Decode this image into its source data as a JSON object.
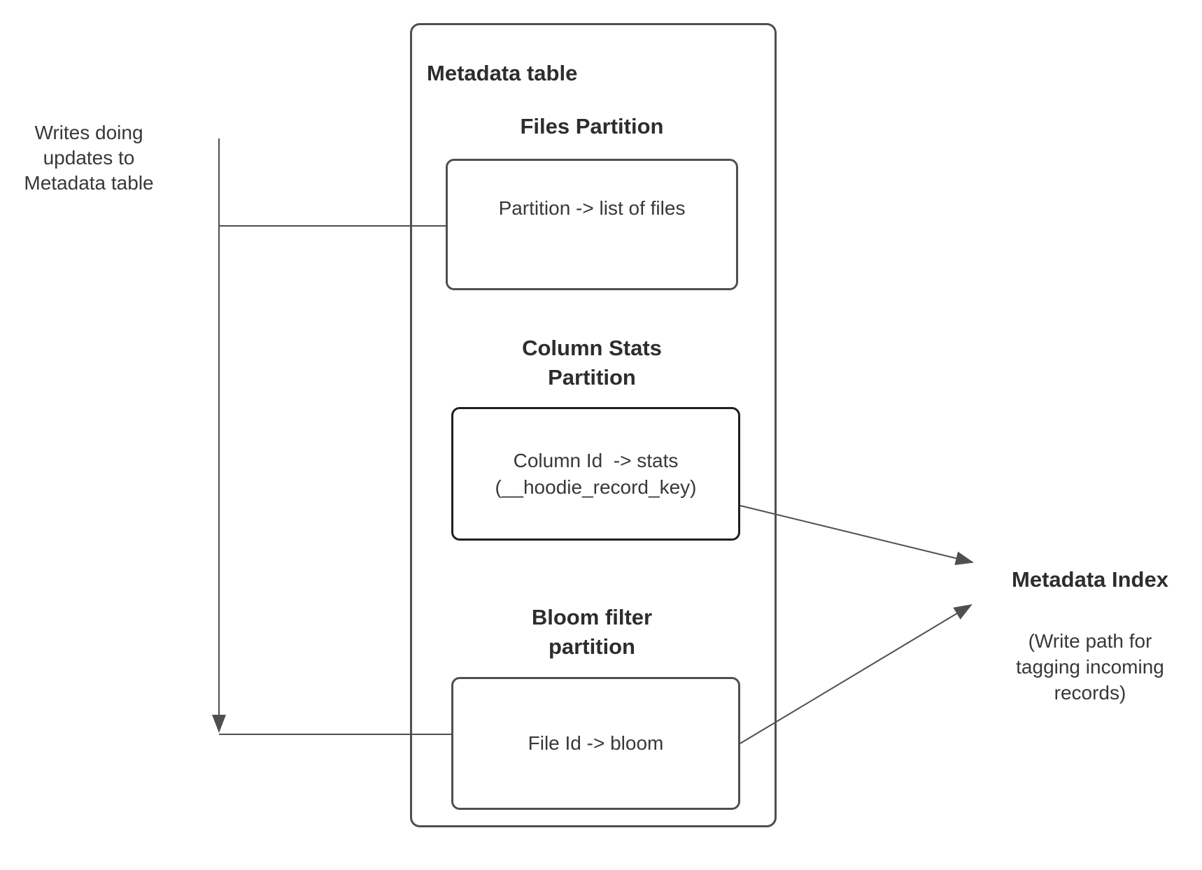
{
  "colors": {
    "line": "#4f4f4f",
    "box_border": "#4f4f4f",
    "stats_box_border": "#1f1f1f",
    "text": "#383838",
    "background": "#ffffff"
  },
  "left_note": {
    "text": "Writes doing updates to Metadata table"
  },
  "metadata_table": {
    "title": "Metadata table",
    "sections": [
      {
        "heading": "Files Partition",
        "box_lines": [
          "Partition -> list of files"
        ]
      },
      {
        "heading": "Column Stats Partition",
        "box_lines": [
          "Column Id  -> stats",
          "(__hoodie_record_key)"
        ]
      },
      {
        "heading": "Bloom filter partition",
        "box_lines": [
          "File Id -> bloom"
        ]
      }
    ]
  },
  "metadata_index": {
    "title": "Metadata Index",
    "subtitle": "(Write path for tagging incoming records)"
  }
}
